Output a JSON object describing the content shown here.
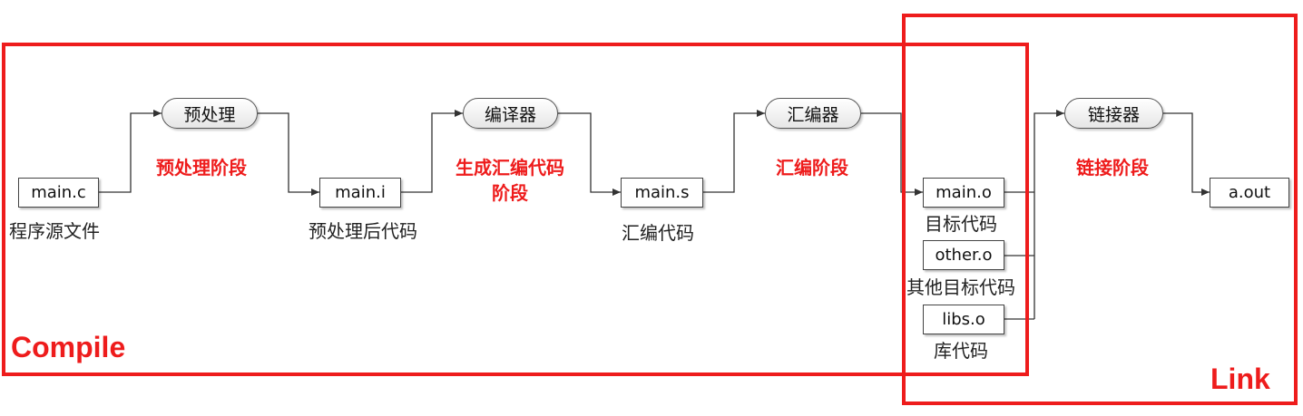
{
  "colors": {
    "accent": "#ee1c1c",
    "line": "#333333"
  },
  "regions": {
    "compile_label": "Compile",
    "link_label": "Link"
  },
  "files": {
    "main_c": "main.c",
    "main_i": "main.i",
    "main_s": "main.s",
    "main_o": "main.o",
    "other_o": "other.o",
    "libs_o": "libs.o",
    "a_out": "a.out"
  },
  "tools": {
    "preprocessor": "预处理",
    "compiler": "编译器",
    "assembler": "汇编器",
    "linker": "链接器"
  },
  "captions": {
    "main_c": "程序源文件",
    "main_i": "预处理后代码",
    "main_s": "汇编代码",
    "main_o": "目标代码",
    "other_o": "其他目标代码",
    "libs_o": "库代码"
  },
  "stages": {
    "preprocess": "预处理阶段",
    "compile_line1": "生成汇编代码",
    "compile_line2": "阶段",
    "assemble": "汇编阶段",
    "link": "链接阶段"
  }
}
